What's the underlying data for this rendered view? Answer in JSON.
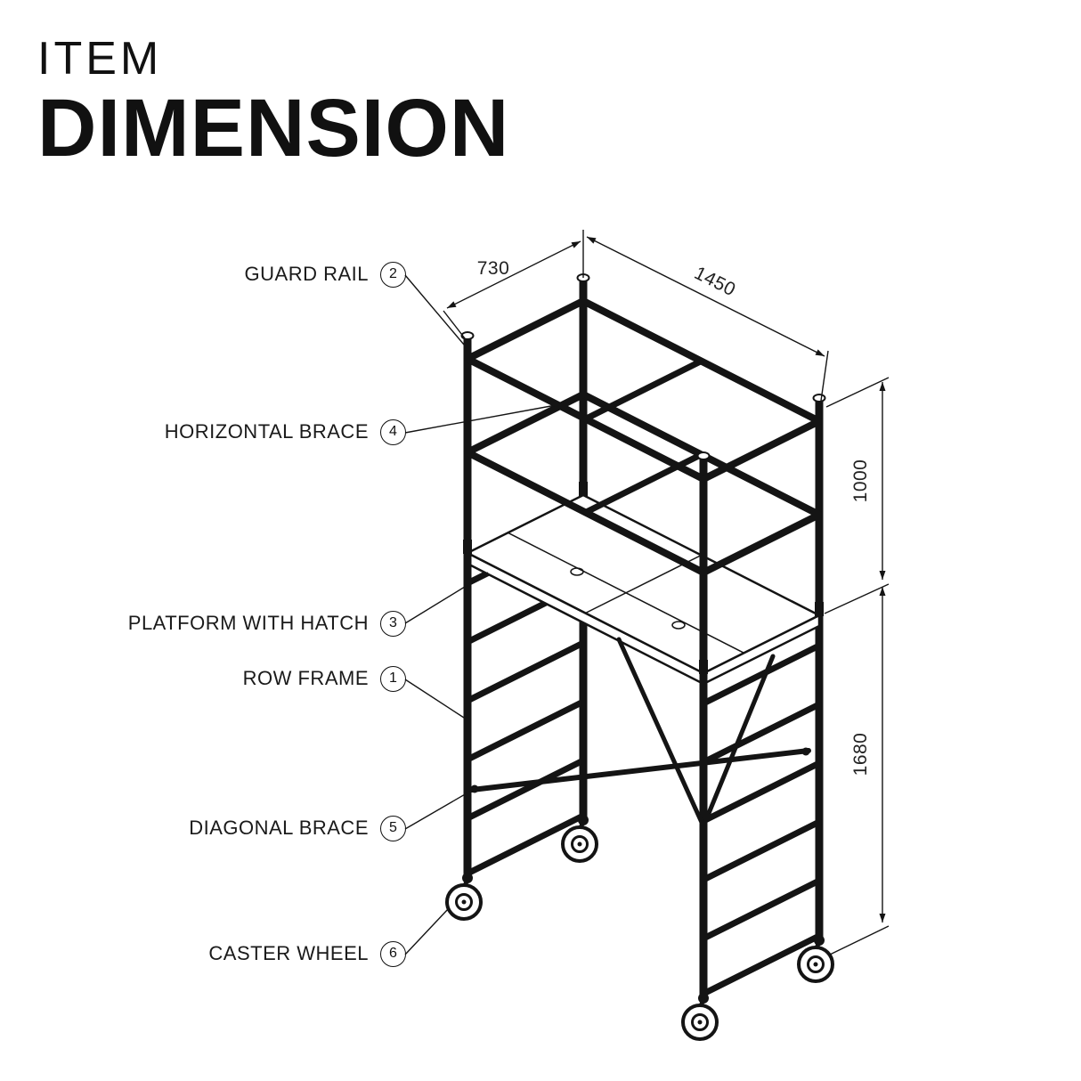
{
  "title": {
    "line1": "ITEM",
    "line2": "DIMENSION"
  },
  "labels": [
    {
      "name": "guard-rail",
      "text": "GUARD RAIL",
      "number": "2"
    },
    {
      "name": "horizontal-brace",
      "text": "HORIZONTAL BRACE",
      "number": "4"
    },
    {
      "name": "platform-with-hatch",
      "text": "PLATFORM WITH HATCH",
      "number": "3"
    },
    {
      "name": "row-frame",
      "text": "ROW FRAME",
      "number": "1"
    },
    {
      "name": "diagonal-brace",
      "text": "DIAGONAL BRACE",
      "number": "5"
    },
    {
      "name": "caster-wheel",
      "text": "CASTER WHEEL",
      "number": "6"
    }
  ],
  "dimensions": {
    "width_mm": "730",
    "length_mm": "1450",
    "guardrail_height_mm": "1000",
    "frame_height_mm": "1680"
  },
  "colors": {
    "ink": "#141414",
    "background": "#ffffff"
  }
}
